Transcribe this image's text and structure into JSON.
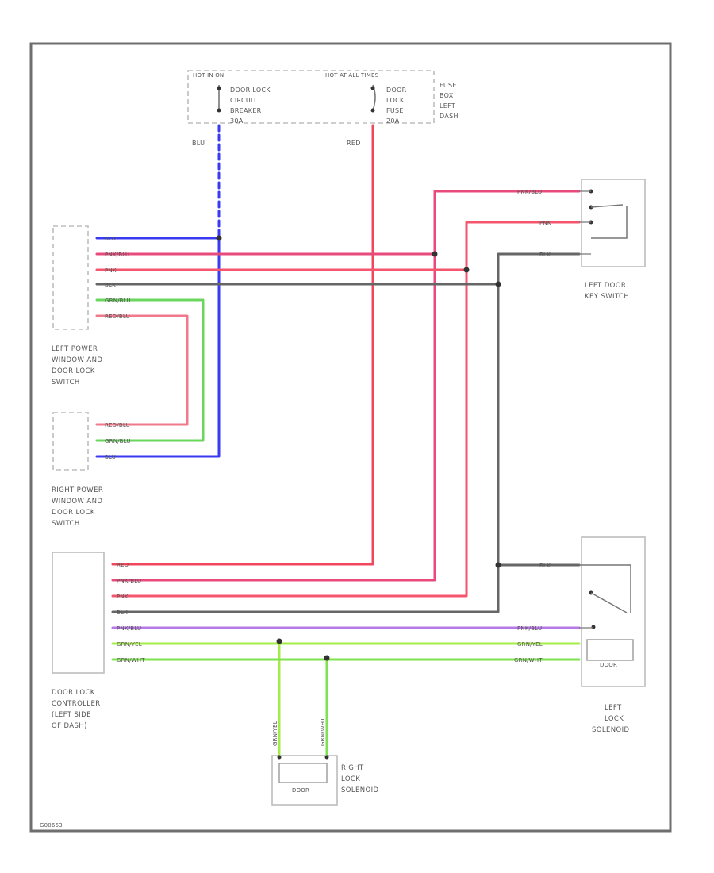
{
  "diagram": {
    "code": "G00653",
    "fuse_box": {
      "header_left": "HOT IN ON",
      "header_right": "HOT AT ALL TIMES",
      "breaker": [
        "DOOR LOCK",
        "CIRCUIT",
        "BREAKER",
        "30A"
      ],
      "fuse": [
        "DOOR",
        "LOCK",
        "FUSE",
        "20A"
      ],
      "box_label": [
        "FUSE",
        "BOX",
        "LEFT",
        "DASH"
      ]
    },
    "components": {
      "left_switch": [
        "LEFT POWER",
        "WINDOW AND",
        "DOOR LOCK",
        "SWITCH"
      ],
      "right_switch": [
        "RIGHT POWER",
        "WINDOW AND",
        "DOOR LOCK",
        "SWITCH"
      ],
      "controller": [
        "DOOR LOCK",
        "CONTROLLER",
        "(LEFT SIDE",
        "OF DASH)"
      ],
      "key_switch": [
        "LEFT DOOR",
        "KEY SWITCH"
      ],
      "left_solenoid": [
        "LEFT",
        "LOCK",
        "SOLENOID"
      ],
      "right_solenoid": [
        "RIGHT",
        "LOCK",
        "SOLENOID"
      ],
      "solenoid_inner": "DOOR"
    },
    "wires": {
      "blu_top": "BLU",
      "red_top": "RED",
      "left_switch": [
        "BLU",
        "PNK/BLU",
        "PNK",
        "BLK",
        "GRN/BLU",
        "RED/BLU"
      ],
      "right_switch": [
        "RED/BLU",
        "GRN/BLU",
        "BLU"
      ],
      "key_switch": [
        "PNK/BLU",
        "PNK",
        "BLK"
      ],
      "controller": [
        "RED",
        "PNK/BLU",
        "PNK",
        "BLK",
        "PNK/BLU",
        "GRN/YEL",
        "GRN/WHT"
      ],
      "left_solenoid": [
        "BLK",
        "PNK/BLU",
        "GRN/YEL",
        "GRN/WHT"
      ],
      "right_solenoid": [
        "GRN/YEL",
        "GRN/WHT"
      ]
    },
    "colors": {
      "blue": "#3a3af2",
      "red": "#f0475d",
      "pink": "#e84a7c",
      "black": "#666666",
      "green": "#69d65c",
      "purple": "#b978e8",
      "lime": "#a6ec49"
    }
  }
}
